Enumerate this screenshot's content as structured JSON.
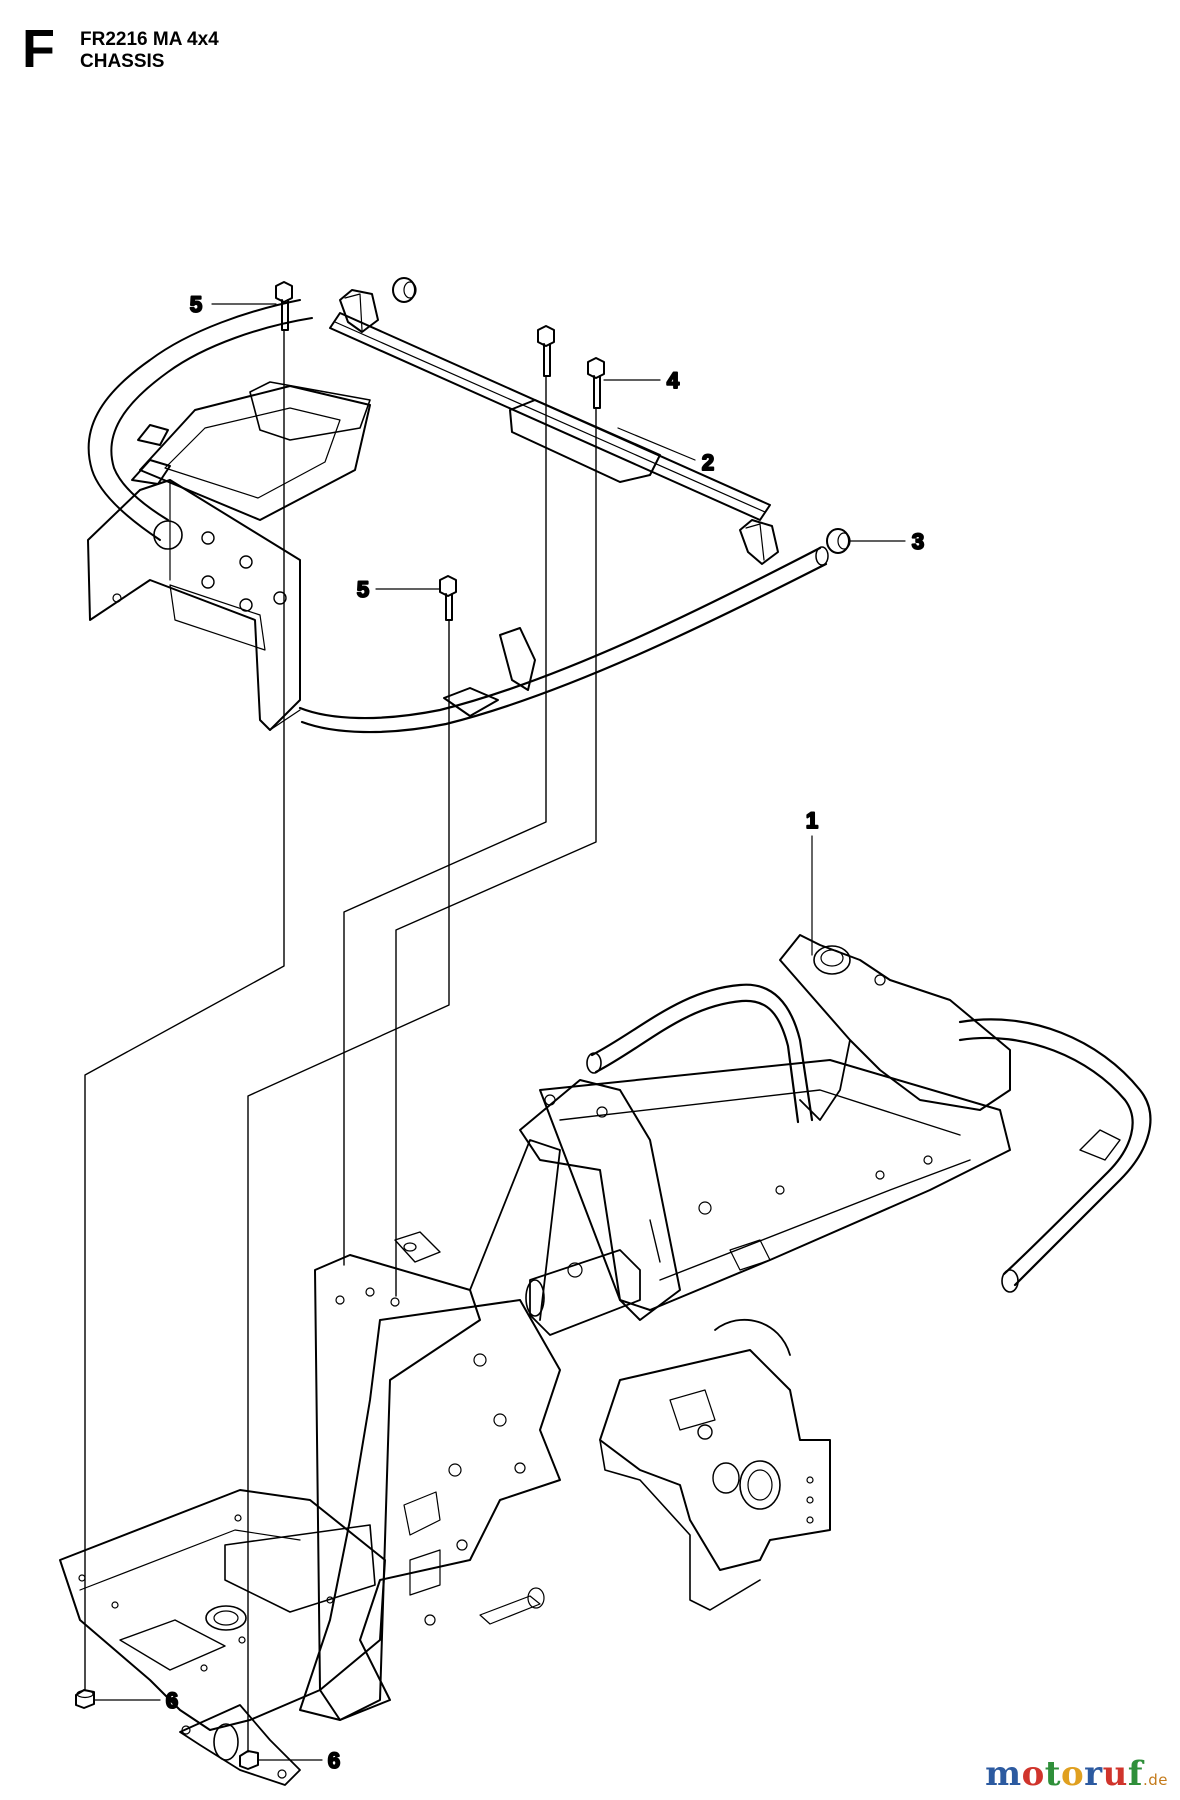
{
  "header": {
    "section_letter": "F",
    "model": "FR2216 MA 4x4",
    "title": "CHASSIS"
  },
  "callouts": [
    {
      "id": "c5a",
      "label": "5"
    },
    {
      "id": "c4",
      "label": "4"
    },
    {
      "id": "c2",
      "label": "2"
    },
    {
      "id": "c3",
      "label": "3"
    },
    {
      "id": "c5b",
      "label": "5"
    },
    {
      "id": "c1",
      "label": "1"
    },
    {
      "id": "c6a",
      "label": "6"
    },
    {
      "id": "c6b",
      "label": "6"
    }
  ],
  "watermark": {
    "letters": [
      "m",
      "o",
      "t",
      "o",
      "r",
      "u",
      "f"
    ],
    "colors": [
      "#2c5aa0",
      "#d0342c",
      "#2f8f3a",
      "#e0a020",
      "#2c5aa0",
      "#d0342c",
      "#2f8f3a"
    ],
    "suffix": ".de"
  }
}
